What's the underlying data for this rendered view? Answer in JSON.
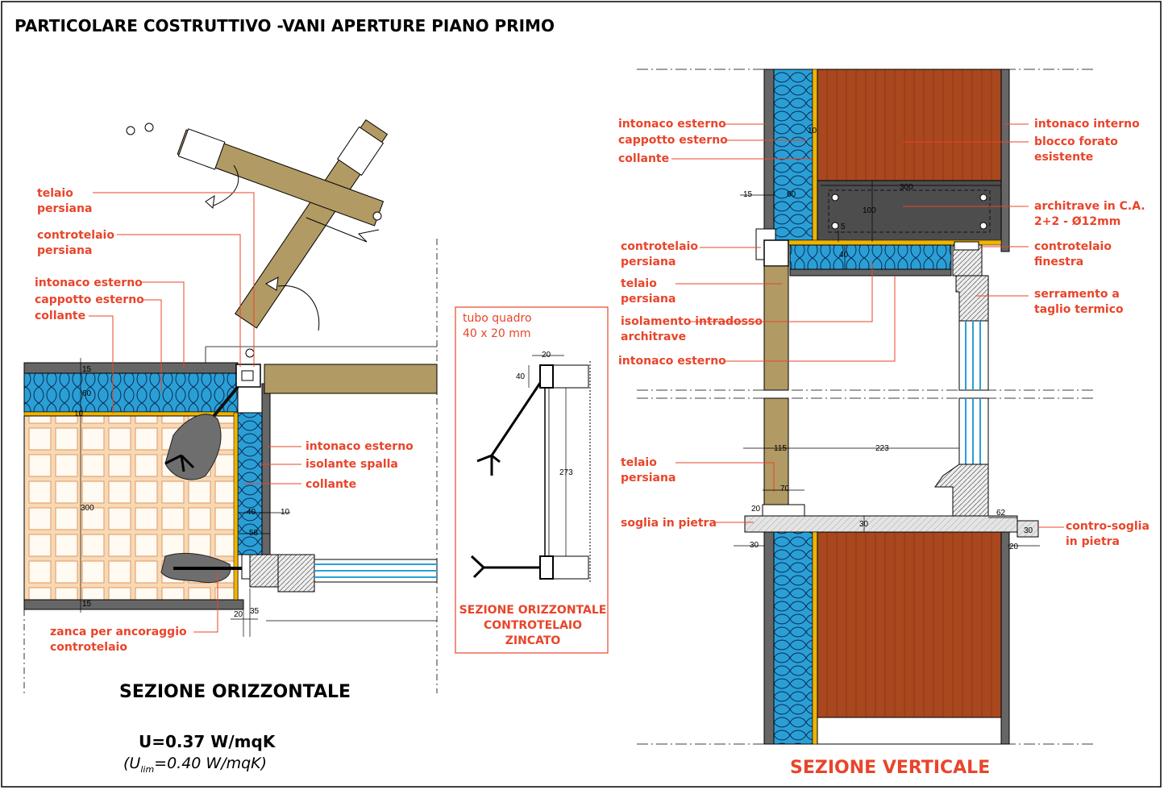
{
  "title": "PARTICOLARE COSTRUTTIVO -VANI APERTURE PIANO PRIMO",
  "horizontal": {
    "caption": "SEZIONE ORIZZONTALE",
    "u_value": "U=0.37 W/mqK",
    "u_lim_prefix": "(U",
    "u_lim_sub": "lim",
    "u_lim_suffix": "=0.40 W/mqK)",
    "labels": {
      "telaio": "telaio\npersiana",
      "controtelaio": "controtelaio\npersiana",
      "intonaco_esterno": "intonaco esterno",
      "cappotto_esterno": "cappotto esterno",
      "collante": "collante",
      "intonaco_esterno_2": "intonaco esterno",
      "isolante_spalla": "isolante spalla",
      "collante_2": "collante",
      "zanca": "zanca per ancoraggio\ncontrotelaio"
    },
    "dims": {
      "d15a": "15",
      "d60": "60",
      "d10": "10",
      "d300": "300",
      "d15b": "15",
      "d40": "40",
      "d10b": "10",
      "d58": "58",
      "d20": "20",
      "d35": "35"
    }
  },
  "detail": {
    "label": "tubo quadro\n40 x 20 mm",
    "caption": "SEZIONE ORIZZONTALE\nCONTROTELAIO\nZINCATO",
    "dims": {
      "d20": "20",
      "d40": "40",
      "d273": "273"
    }
  },
  "vertical": {
    "caption": "SEZIONE VERTICALE",
    "labels": {
      "intonaco_esterno": "intonaco esterno",
      "cappotto_esterno": "cappotto esterno",
      "collante": "collante",
      "intonaco_interno": "intonaco interno",
      "blocco": "blocco forato\nesistente",
      "architrave": "architrave in C.A.\n2+2 - Ø12mm",
      "controtelaio_persiana": "controtelaio\npersiana",
      "controtelaio_finestra": "controtelaio\nfinestra",
      "telaio_persiana": "telaio\npersiana",
      "serramento": "serramento a\ntaglio termico",
      "isolamento": "isolamento intradosso\narchitrave",
      "intonaco_esterno_2": "intonaco esterno",
      "telaio_persiana_2": "telaio\npersiana",
      "soglia": "soglia in pietra",
      "contro_soglia": "contro-soglia\nin pietra"
    },
    "dims": {
      "d10": "10",
      "d15": "15",
      "d60": "60",
      "d300": "300",
      "d100": "100",
      "d5": "5",
      "d40": "40",
      "d115": "115",
      "d223": "223",
      "d70": "70",
      "d20a": "20",
      "d30a": "30",
      "d62": "62",
      "d30b": "30",
      "d30c": "30",
      "d20b": "20"
    }
  },
  "colors": {
    "accent": "#e8452a",
    "insulation": "#2a9fd6",
    "brick": "#a9471f",
    "wood": "#b19a64",
    "concrete": "#4d4d4d",
    "stone": "#d9d9d9"
  }
}
